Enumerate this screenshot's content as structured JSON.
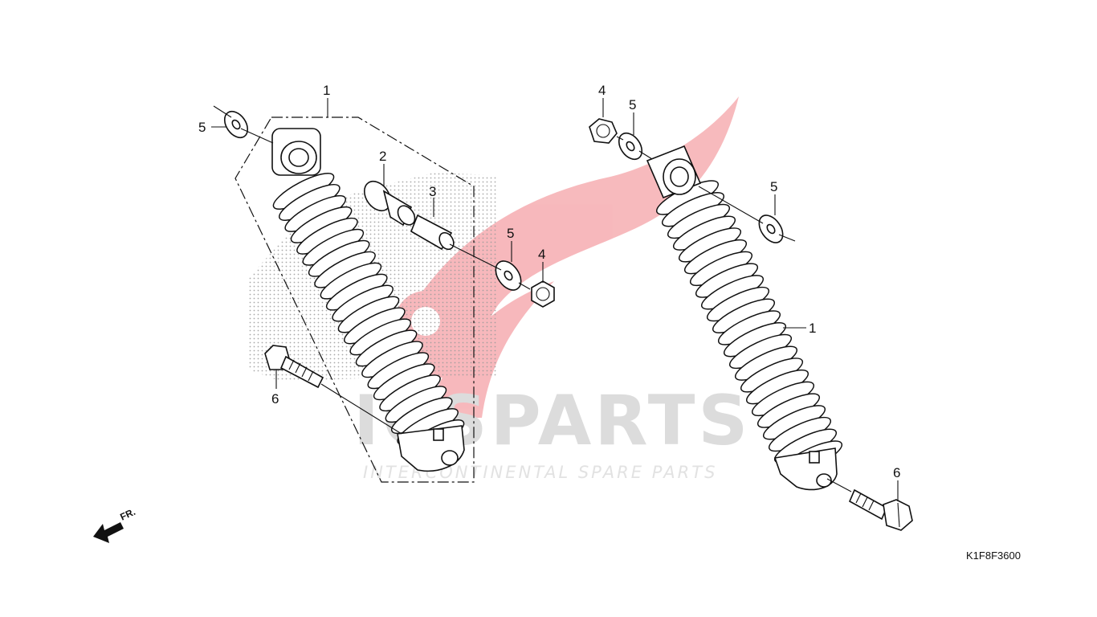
{
  "watermark": {
    "brand": "ICSPARTS",
    "tagline": "INTERCONTINENTAL SPARE PARTS",
    "accent_color": "#e30613"
  },
  "diagram_code": "K1F8F3600",
  "direction_label": "FR.",
  "callouts": {
    "left_shock": "1",
    "collar_2": "2",
    "collar_3": "3",
    "washer_left_top": "5",
    "washer_left_mid": "5",
    "nut_left": "4",
    "bolt_left": "6",
    "right_shock": "1",
    "nut_right": "4",
    "washer_right_top": "5",
    "washer_right_side": "5",
    "bolt_right": "6"
  }
}
